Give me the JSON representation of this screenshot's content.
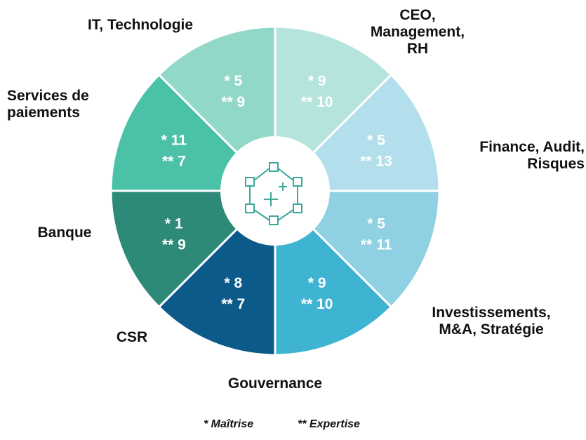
{
  "chart_data": {
    "type": "pie",
    "categories": [
      "CEO, Management, RH",
      "Finance, Audit, Risques",
      "Investissements, M&A, Stratégie",
      "Gouvernance",
      "CSR",
      "Banque",
      "Services de paiements",
      "IT, Technologie"
    ],
    "series": [
      {
        "name": "* Maîtrise",
        "values": [
          9,
          5,
          5,
          9,
          8,
          1,
          11,
          5
        ]
      },
      {
        "name": "** Expertise",
        "values": [
          10,
          13,
          11,
          10,
          7,
          9,
          7,
          9
        ]
      }
    ],
    "value_labels": [
      {
        "maitrise": "* 9",
        "expertise": "** 10"
      },
      {
        "maitrise": "* 5",
        "expertise": "** 13"
      },
      {
        "maitrise": "* 5",
        "expertise": "** 11"
      },
      {
        "maitrise": "* 9",
        "expertise": "** 10"
      },
      {
        "maitrise": "* 8",
        "expertise": "** 7"
      },
      {
        "maitrise": "* 1",
        "expertise": "** 9"
      },
      {
        "maitrise": "* 11",
        "expertise": "** 7"
      },
      {
        "maitrise": "* 5",
        "expertise": "** 9"
      }
    ],
    "category_labels": [
      [
        "CEO,",
        "Management,",
        "RH"
      ],
      [
        "Finance, Audit,",
        "Risques"
      ],
      [
        "Investissements,",
        "M&A, Stratégie"
      ],
      [
        "Gouvernance"
      ],
      [
        "CSR"
      ],
      [
        "Banque"
      ],
      [
        "Services de",
        "paiements"
      ],
      [
        "IT, Technologie"
      ]
    ],
    "colors": [
      "#b5e4dc",
      "#b3dfec",
      "#8fd0e3",
      "#3fb3d2",
      "#0b5a8a",
      "#2e8a78",
      "#4bc2a8",
      "#92d8c8"
    ],
    "label_colors": [
      "#ffffff",
      "#ffffff",
      "#ffffff",
      "#ffffff",
      "#ffffff",
      "#ffffff",
      "#ffffff",
      "#ffffff"
    ],
    "center_icon": "network-plus-icon",
    "icon_color": "#3aa89b",
    "legend": [
      "* Maîtrise",
      "** Expertise"
    ],
    "legend_placement": "bottom"
  }
}
